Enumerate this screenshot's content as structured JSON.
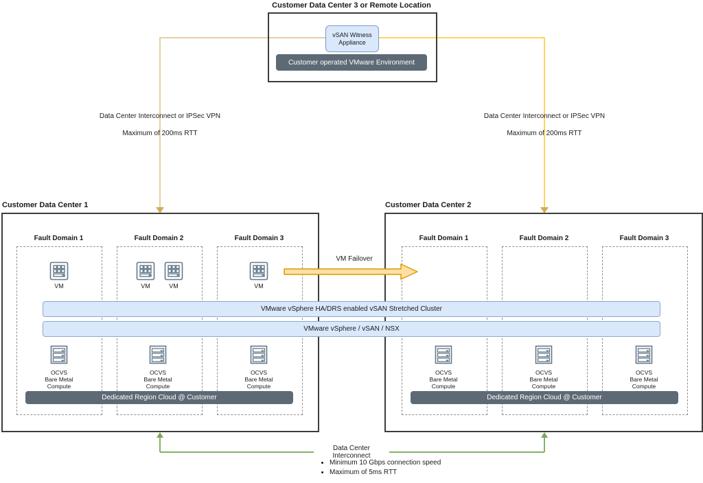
{
  "remote_site": {
    "title": "Customer Data Center 3 or Remote Location",
    "witness_label": "vSAN Witness Appliance",
    "env_label": "Customer operated VMware Environment"
  },
  "wan_links": {
    "left": {
      "line1": "Data Center Interconnect or IPSec VPN",
      "line2": "Maximum of 200ms RTT"
    },
    "right": {
      "line1": "Data Center Interconnect or IPSec VPN",
      "line2": "Maximum of 200ms RTT"
    }
  },
  "failover": {
    "label": "VM Failover"
  },
  "cluster_bars": {
    "bar1": "VMware vSphere HA/DRS enabled vSAN Stretched Cluster",
    "bar2": "VMware vSphere / vSAN / NSX"
  },
  "compute_label": {
    "line1": "OCVS",
    "line2": "Bare Metal",
    "line3": "Compute"
  },
  "dc1": {
    "title": "Customer Data Center 1",
    "fault_domains": [
      {
        "label": "Fault Domain 1",
        "vms": [
          "VM"
        ]
      },
      {
        "label": "Fault Domain 2",
        "vms": [
          "VM",
          "VM"
        ]
      },
      {
        "label": "Fault Domain 3",
        "vms": [
          "VM"
        ]
      }
    ],
    "region_bar": "Dedicated Region Cloud @ Customer"
  },
  "dc2": {
    "title": "Customer Data Center 2",
    "fault_domains": [
      {
        "label": "Fault Domain 1",
        "vms": []
      },
      {
        "label": "Fault Domain 2",
        "vms": []
      },
      {
        "label": "Fault Domain 3",
        "vms": []
      }
    ],
    "region_bar": "Dedicated Region Cloud @ Customer"
  },
  "interconnect": {
    "label": "Data Center Interconnect",
    "bullets": [
      "Minimum 10 Gbps connection speed",
      "Maximum of 5ms RTT"
    ]
  },
  "colors": {
    "box_fill_blue": "#dae8fc",
    "box_border_blue": "#8fa7c8",
    "dark_bar": "#5d6a76",
    "yellow_left": "#e2d09e",
    "yellow_right": "#ffd45e",
    "orange_arrow_fill": "#ffdfa6",
    "orange_arrow_stroke": "#d79b00",
    "green_line": "#82b366"
  }
}
